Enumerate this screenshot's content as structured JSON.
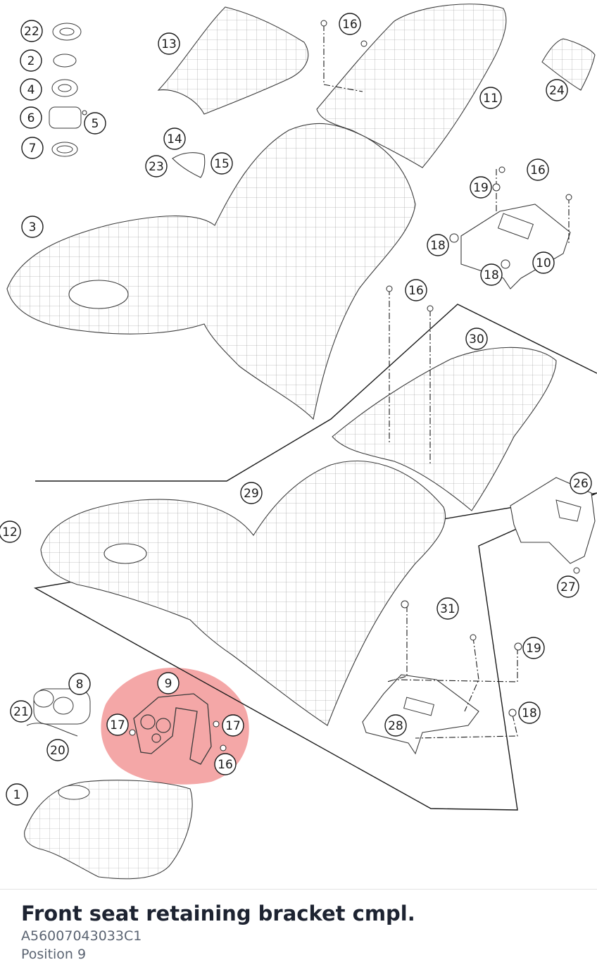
{
  "diagram": {
    "callouts": [
      "22",
      "2",
      "4",
      "6",
      "5",
      "7",
      "13",
      "16",
      "11",
      "24",
      "14",
      "15",
      "23",
      "3",
      "19",
      "16",
      "18",
      "10",
      "18",
      "16",
      "30",
      "29",
      "26",
      "12",
      "27",
      "31",
      "19",
      "8",
      "9",
      "21",
      "17",
      "17",
      "16",
      "28",
      "18",
      "20",
      "1"
    ],
    "highlight_color": "#f08a8a"
  },
  "part": {
    "title": "Front seat retaining bracket cmpl.",
    "number": "A56007043033C1",
    "position": "Position 9"
  }
}
